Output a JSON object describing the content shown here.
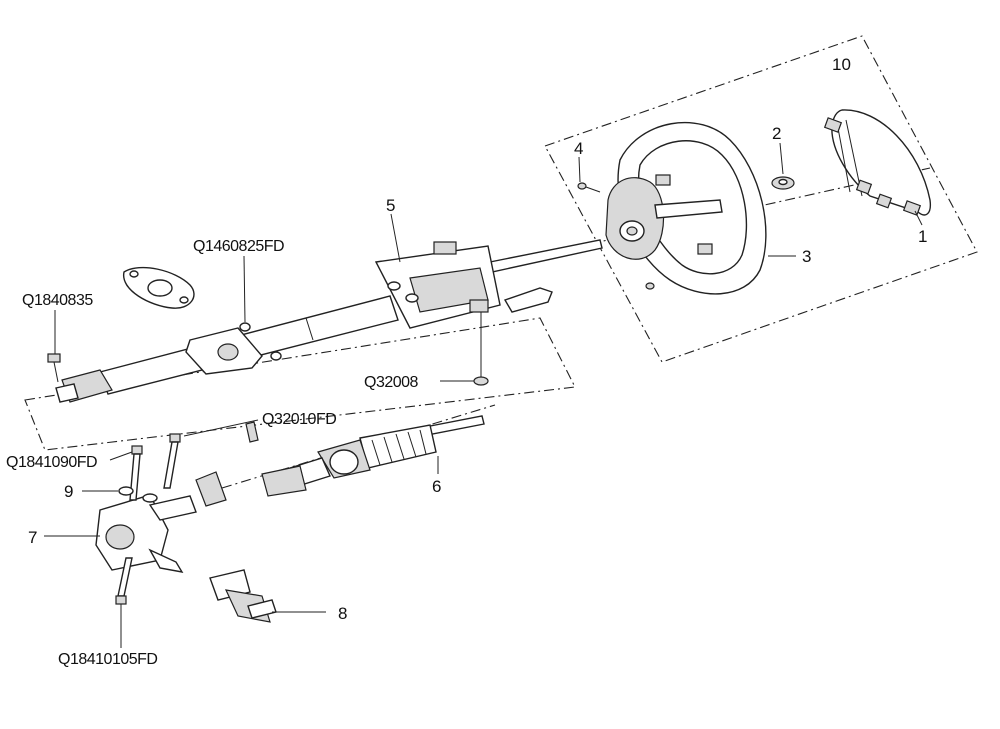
{
  "labels": {
    "p1": "1",
    "p2": "2",
    "p3": "3",
    "p4": "4",
    "p5": "5",
    "p6": "6",
    "p7": "7",
    "p8": "8",
    "p9": "9",
    "p10": "10",
    "q1460825fd": "Q1460825FD",
    "q1840835": "Q1840835",
    "q32008": "Q32008",
    "q32010fd": "Q32010FD",
    "q1841090fd": "Q1841090FD",
    "q18410105fd": "Q18410105FD"
  }
}
